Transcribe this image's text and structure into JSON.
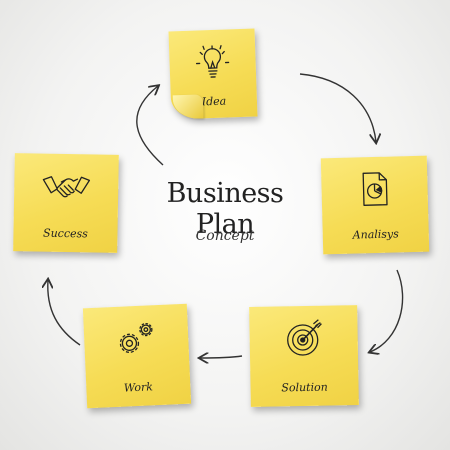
{
  "title": "Business Plan",
  "subtitle": "Concept",
  "steps": [
    {
      "label": "Idea",
      "icon": "lightbulb-icon"
    },
    {
      "label": "Analisys",
      "icon": "pie-chart-document-icon"
    },
    {
      "label": "Solution",
      "icon": "target-icon"
    },
    {
      "label": "Work",
      "icon": "gears-icon"
    },
    {
      "label": "Success",
      "icon": "handshake-icon"
    }
  ],
  "colors": {
    "note": "#f6dc55",
    "ink": "#222222",
    "background": "#f3f3f2"
  }
}
